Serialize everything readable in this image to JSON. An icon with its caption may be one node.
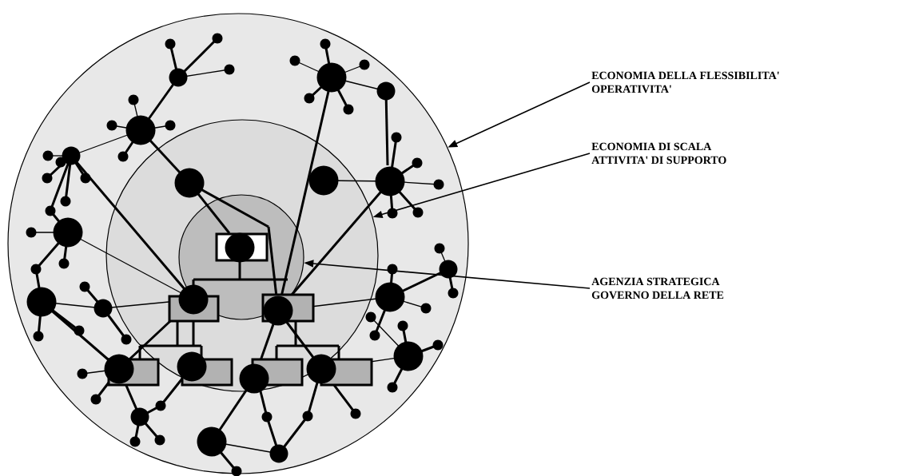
{
  "diagram": {
    "nodes": [
      {
        "text": [],
        "shape": "circle"
      },
      {
        "text": [],
        "shape": "circle",
        "in": 0
      },
      {
        "text": [],
        "shape": "circle",
        "in": 1
      },
      {
        "text": [
          "ECONOMIA DELLA  FLESSIBILITA'",
          "OPERATIVITA'"
        ]
      },
      {
        "text": [
          "ECONOMIA DI SCALA",
          "ATTIVITA' DI SUPPORTO"
        ]
      },
      {
        "text": [
          "AGENZIA STRATEGICA",
          "GOVERNO DELLA RETE"
        ]
      }
    ],
    "edges": [
      {
        "from": 3,
        "to": 0,
        "arrow": "to"
      },
      {
        "from": 4,
        "to": 1,
        "arrow": "to"
      },
      {
        "from": 5,
        "to": 2,
        "arrow": "to"
      }
    ]
  }
}
